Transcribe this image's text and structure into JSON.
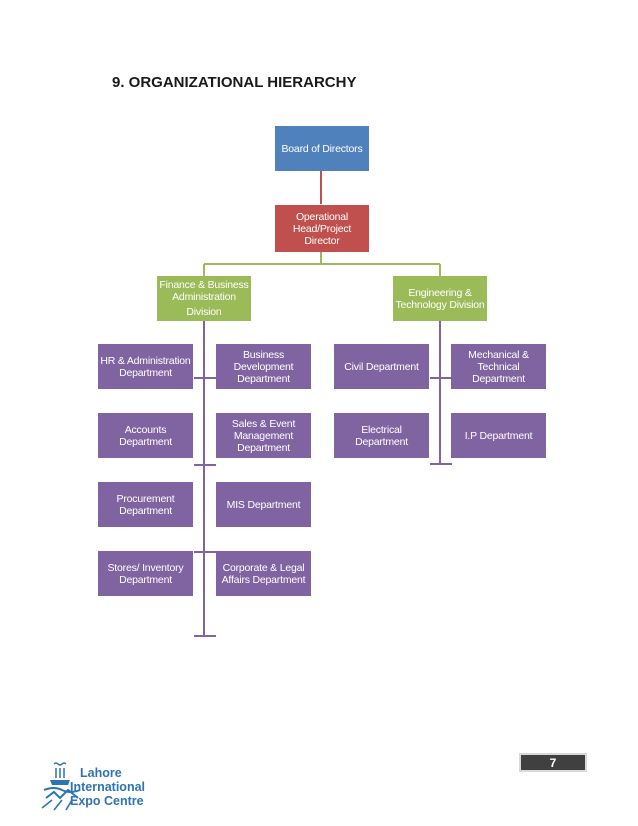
{
  "heading": "9.   ORGANIZATIONAL HIERARCHY",
  "colors": {
    "board": "#4f81bd",
    "operational": "#c0504d",
    "division": "#9bbb59",
    "department": "#8064a2"
  },
  "org": {
    "board": "Board of Directors",
    "operational_lines": [
      "Operational",
      "Head/Project",
      "Director"
    ],
    "finance_division_lines": [
      "Finance & Business",
      "Administration",
      "Division"
    ],
    "engineering_division_lines": [
      "Engineering &",
      "Technology Division"
    ],
    "finance_departments": {
      "hr": [
        "HR & Administration",
        "Department"
      ],
      "business_dev": [
        "Business",
        "Development",
        "Department"
      ],
      "accounts": [
        "Accounts",
        "Department"
      ],
      "sales_event": [
        "Sales & Event",
        "Management",
        "Department"
      ],
      "procurement": [
        "Procurement",
        "Department"
      ],
      "mis": [
        "MIS Department"
      ],
      "stores": [
        "Stores/ Inventory",
        "Department"
      ],
      "corporate_legal": [
        "Corporate & Legal",
        "Affairs Department"
      ]
    },
    "engineering_departments": {
      "civil": [
        "Civil Department"
      ],
      "mechanical": [
        "Mechanical &",
        "Technical",
        "Department"
      ],
      "electrical": [
        "Electrical",
        "Department"
      ],
      "ip": [
        "I.P Department"
      ]
    }
  },
  "page_number": "7",
  "logo": {
    "line1": "Lahore",
    "line2": "International",
    "line3": "Expo Centre",
    "icon": "lahore-expo-centre-logo-icon"
  }
}
